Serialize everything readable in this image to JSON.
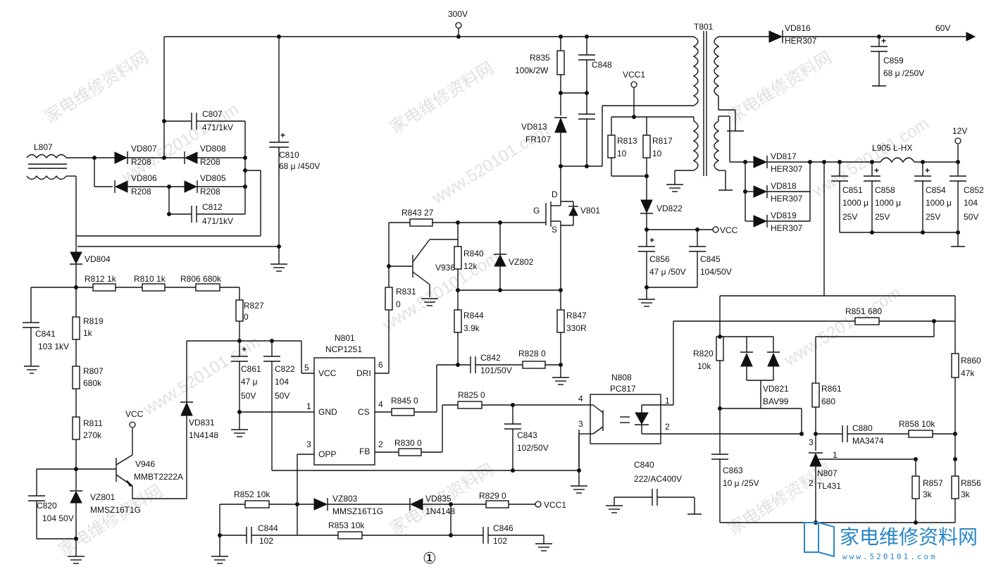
{
  "title_marker": "①",
  "rails": {
    "v300": "300V",
    "v60": "60V",
    "v12": "12V",
    "vcc1_top": "VCC1",
    "vcc_rect": "VCC",
    "vcc_bottom": "VCC1",
    "vcc_q": "VCC"
  },
  "ic": {
    "ref": "N801",
    "name": "NCP1251",
    "pins": [
      {
        "num": "5",
        "name": "VCC"
      },
      {
        "num": "1",
        "name": "GND"
      },
      {
        "num": "3",
        "name": "OPP"
      },
      {
        "num": "6",
        "name": "DRI"
      },
      {
        "num": "4",
        "name": "CS"
      },
      {
        "num": "2",
        "name": "FB"
      }
    ]
  },
  "opto": {
    "ref": "N808",
    "name": "PC817",
    "pins": [
      "4",
      "3",
      "1",
      "2"
    ]
  },
  "transformer": {
    "ref": "T801"
  },
  "mosfet": {
    "ref": "V801",
    "g": "G",
    "d": "D",
    "s": "S"
  },
  "tl431": {
    "ref": "N807",
    "name": "TL431",
    "p1": "1",
    "p2": "2",
    "p3": "3"
  },
  "components": {
    "L807": "L807",
    "VD807": "VD807",
    "R208a": "R208",
    "VD808": "VD808",
    "R208b": "R208",
    "VD806": "VD806",
    "R208c": "R208",
    "VD805": "VD805",
    "R208d": "R208",
    "C807": "C807",
    "C807v": "471/1kV",
    "C812": "C812",
    "C812v": "471/1kV",
    "C810": "C810",
    "C810v": "68 μ /450V",
    "VD804": "VD804",
    "R812": "R812  1k",
    "R810": "R810  1k",
    "R806": "R806  680k",
    "R827": "R827",
    "R827v": "0",
    "C841": "C841",
    "C841v": "103  1kV",
    "R819": "R819",
    "R819v": "1k",
    "R807": "R807",
    "R807v": "680k",
    "R811": "R811",
    "R811v": "270k",
    "V946": "V946",
    "V946v": "MMBT2222A",
    "C820": "C820",
    "C820v": "104  50V",
    "VZ801": "VZ801",
    "VZ801v": "MMSZ16T1G",
    "VD831": "VD831",
    "VD831v": "1N4148",
    "C861": "C861",
    "C861v1": "47 μ",
    "C861v2": "50V",
    "C822": "C822",
    "C822v1": "104",
    "C822v2": "50V",
    "R835": "R835",
    "R835v": "100k/2W",
    "C848": "C848",
    "VD813": "VD813",
    "VD813v": "FR107",
    "R843": "R843  27",
    "V936": "V936",
    "R840": "R840",
    "R840v": "12k",
    "VZ802": "VZ802",
    "R831": "R831",
    "R831v": "0",
    "R844": "R844",
    "R844v": "3.9k",
    "R847": "R847",
    "R847v": "330R",
    "C842": "C842",
    "C842v": "101/50V",
    "R828": "R828  0",
    "R845": "R845  0",
    "R825": "R825  0",
    "R830": "R830  0",
    "C843": "C843",
    "C843v": "102/50V",
    "R852": "R852  10k",
    "C844": "C844",
    "C844v": "102",
    "VZ803": "VZ803",
    "VZ803v": "MMSZ16T1G",
    "VD835": "VD835",
    "VD835v": "1N4148",
    "R829": "R829  0",
    "R853": "R853  10k",
    "C846": "C846",
    "C846v": "102",
    "C840": "C840",
    "C840v": "222/AC400V",
    "R813": "R813",
    "R813v": "10",
    "R817": "R817",
    "R817v": "10",
    "VD822": "VD822",
    "C856": "C856",
    "C856v": "47 μ /50V",
    "C845": "C845",
    "C845v": "104/50V",
    "VD816": "VD816",
    "VD816v": "HER307",
    "C859": "C859",
    "C859v": "68 μ /250V",
    "VD817": "VD817",
    "VD817v": "HER307",
    "VD818": "VD818",
    "VD818v": "HER307",
    "VD819": "VD819",
    "VD819v": "HER307",
    "L905": "L905  L-HX",
    "C851": "C851",
    "C851v1": "1000 μ",
    "C851v2": "25V",
    "C858": "C858",
    "C858v1": "1000 μ",
    "C858v2": "25V",
    "C854": "C854",
    "C854v1": "1000 μ",
    "C854v2": "25V",
    "C852": "C852",
    "C852v1": "104",
    "C852v2": "50V",
    "R851": "R851  680",
    "R820": "R820",
    "R820v": "10k",
    "VD821": "VD821",
    "VD821v": "BAV99",
    "R861": "R861",
    "R861v": "680",
    "R860": "R860",
    "R860v": "47k",
    "C880": "C880",
    "C880v": "MA3474",
    "R858": "R858  10k",
    "C863": "C863",
    "C863v": "10 μ /25V",
    "R857": "R857",
    "R857v": "3k",
    "R856": "R856",
    "R856v": "3k"
  },
  "watermarks": [
    "家电维修资料网",
    "www.520101.com"
  ],
  "logo": {
    "text": "家电维修资料网",
    "sub": "www.520101.com"
  }
}
